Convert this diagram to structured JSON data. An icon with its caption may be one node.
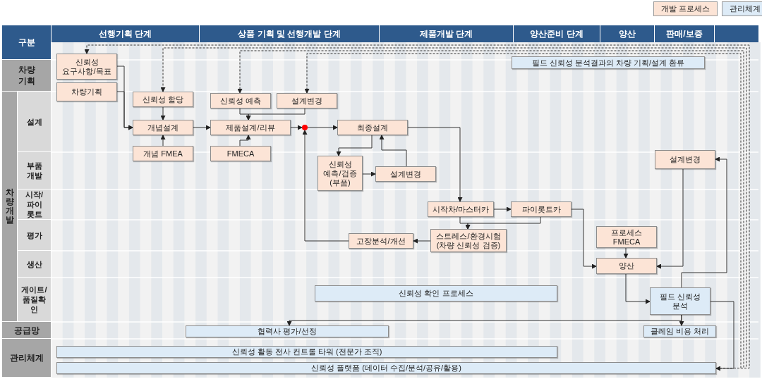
{
  "diagram": {
    "nodes": [
      {
        "text": [
          "신뢰성 요구사항/목표"
        ]
      },
      {
        "text": [
          "차량기획"
        ]
      },
      {
        "text": [
          "신뢰성 할당"
        ]
      },
      {
        "text": [
          "개념설계"
        ]
      },
      {
        "text": [
          "개념 FMEA"
        ]
      },
      {
        "text": [
          "신뢰성 예측"
        ]
      },
      {
        "text": [
          "설계변경"
        ]
      },
      {
        "text": [
          "제품설계/리뷰"
        ]
      },
      {
        "text": [
          "FMECA"
        ]
      },
      {
        "text": [],
        "shape": "circle"
      },
      {
        "text": [
          "최종설계"
        ]
      },
      {
        "text": [
          "신뢰성 예측/검증 (부품)"
        ]
      },
      {
        "text": [
          "설계변경"
        ]
      },
      {
        "text": [
          "시작차/마스터카"
        ]
      },
      {
        "text": [
          "파이롯트카"
        ]
      },
      {
        "text": [
          "고장분석/개선"
        ]
      },
      {
        "text": [
          "스트레스/환경시험 (차량 신뢰성 검증)"
        ]
      },
      {
        "text": [
          "설계변경"
        ]
      },
      {
        "text": [
          "프로세스 FMECA"
        ]
      },
      {
        "text": [
          "양산"
        ]
      },
      {
        "text": [
          "필드 신뢰성 분석"
        ]
      },
      {
        "text": [
          "신뢰성 확인 프로세스"
        ]
      },
      {
        "text": [
          "협력사 평가/선정"
        ]
      },
      {
        "text": [
          "클레임 비용 처리"
        ]
      },
      {
        "text": [
          "신뢰성 활동 전사 컨트롤 타워 (전문가 조직)"
        ]
      },
      {
        "text": [
          "신뢰성 플랫폼 (데이터 수집/분석/공유/활용)"
        ]
      },
      {
        "text": [
          "필드 신뢰성 분석결과의 차량 기획/설계 환류"
        ]
      }
    ],
    "edges": [
      {
        "from": 0,
        "to": 3,
        "arrow": "to"
      },
      {
        "from": 1,
        "to": 3,
        "arrow": "to"
      },
      {
        "from": 2,
        "to": 3,
        "arrow": "to"
      },
      {
        "from": 4,
        "to": 3,
        "arrow": "to"
      },
      {
        "from": 3,
        "to": 7,
        "arrow": "to"
      },
      {
        "from": 5,
        "to": 7,
        "arrow": "to"
      },
      {
        "from": 6,
        "to": 7,
        "arrow": "to"
      },
      {
        "from": 8,
        "to": 7,
        "arrow": "to"
      },
      {
        "from": 7,
        "to": 9,
        "arrow": "to"
      },
      {
        "from": 9,
        "to": 10,
        "arrow": "to"
      },
      {
        "from": 10,
        "to": 11,
        "arrow": "to"
      },
      {
        "from": 11,
        "to": 12,
        "arrow": "to"
      },
      {
        "from": 12,
        "to": 10,
        "arrow": "to"
      },
      {
        "from": 10,
        "to": 13,
        "arrow": "to"
      },
      {
        "from": 13,
        "to": 14,
        "arrow": "to"
      },
      {
        "from": 13,
        "to": 16,
        "arrow": "to"
      },
      {
        "from": 14,
        "to": 16,
        "arrow": "to"
      },
      {
        "from": 16,
        "to": 15,
        "arrow": "to"
      },
      {
        "from": 15,
        "to": 9,
        "arrow": "to"
      },
      {
        "from": 14,
        "to": 19,
        "arrow": "to"
      },
      {
        "from": 18,
        "to": 19,
        "arrow": "to"
      },
      {
        "from": 17,
        "to": 19,
        "arrow": "to"
      },
      {
        "from": 19,
        "to": 20,
        "arrow": "to"
      },
      {
        "from": 20,
        "to": 17,
        "arrow": "to"
      },
      {
        "from": 20,
        "to": 23,
        "arrow": "to"
      },
      {
        "from": 20,
        "to": 22,
        "arrow": "to"
      },
      {
        "from": 20,
        "to": 25,
        "arrow": "to"
      },
      {
        "from": 25,
        "to": 0,
        "arrow": "to",
        "style": "dashed"
      },
      {
        "from": 25,
        "to": 2,
        "arrow": "to",
        "style": "dashed"
      },
      {
        "from": 25,
        "to": 5,
        "arrow": "to",
        "style": "dashed"
      },
      {
        "from": 25,
        "to": 6,
        "arrow": "to",
        "style": "dashed"
      }
    ],
    "labels": [
      "구분",
      "선행기획 단계",
      "상품 기획 및 선행개발 단계",
      "제품개발 단계",
      "양산준비 단계",
      "양산",
      "판매/보증",
      "차량 기획",
      "차량개발",
      "설계",
      "부품 개발",
      "시작/ 파이 롯트",
      "평가",
      "생산",
      "게이트/ 품질확 인",
      "공급망",
      "관리체계"
    ],
    "legend": [
      {
        "text": "개발 프로세스",
        "color": "#fce4d6"
      },
      {
        "text": "관리체계",
        "color": "#ddebf7"
      }
    ]
  }
}
